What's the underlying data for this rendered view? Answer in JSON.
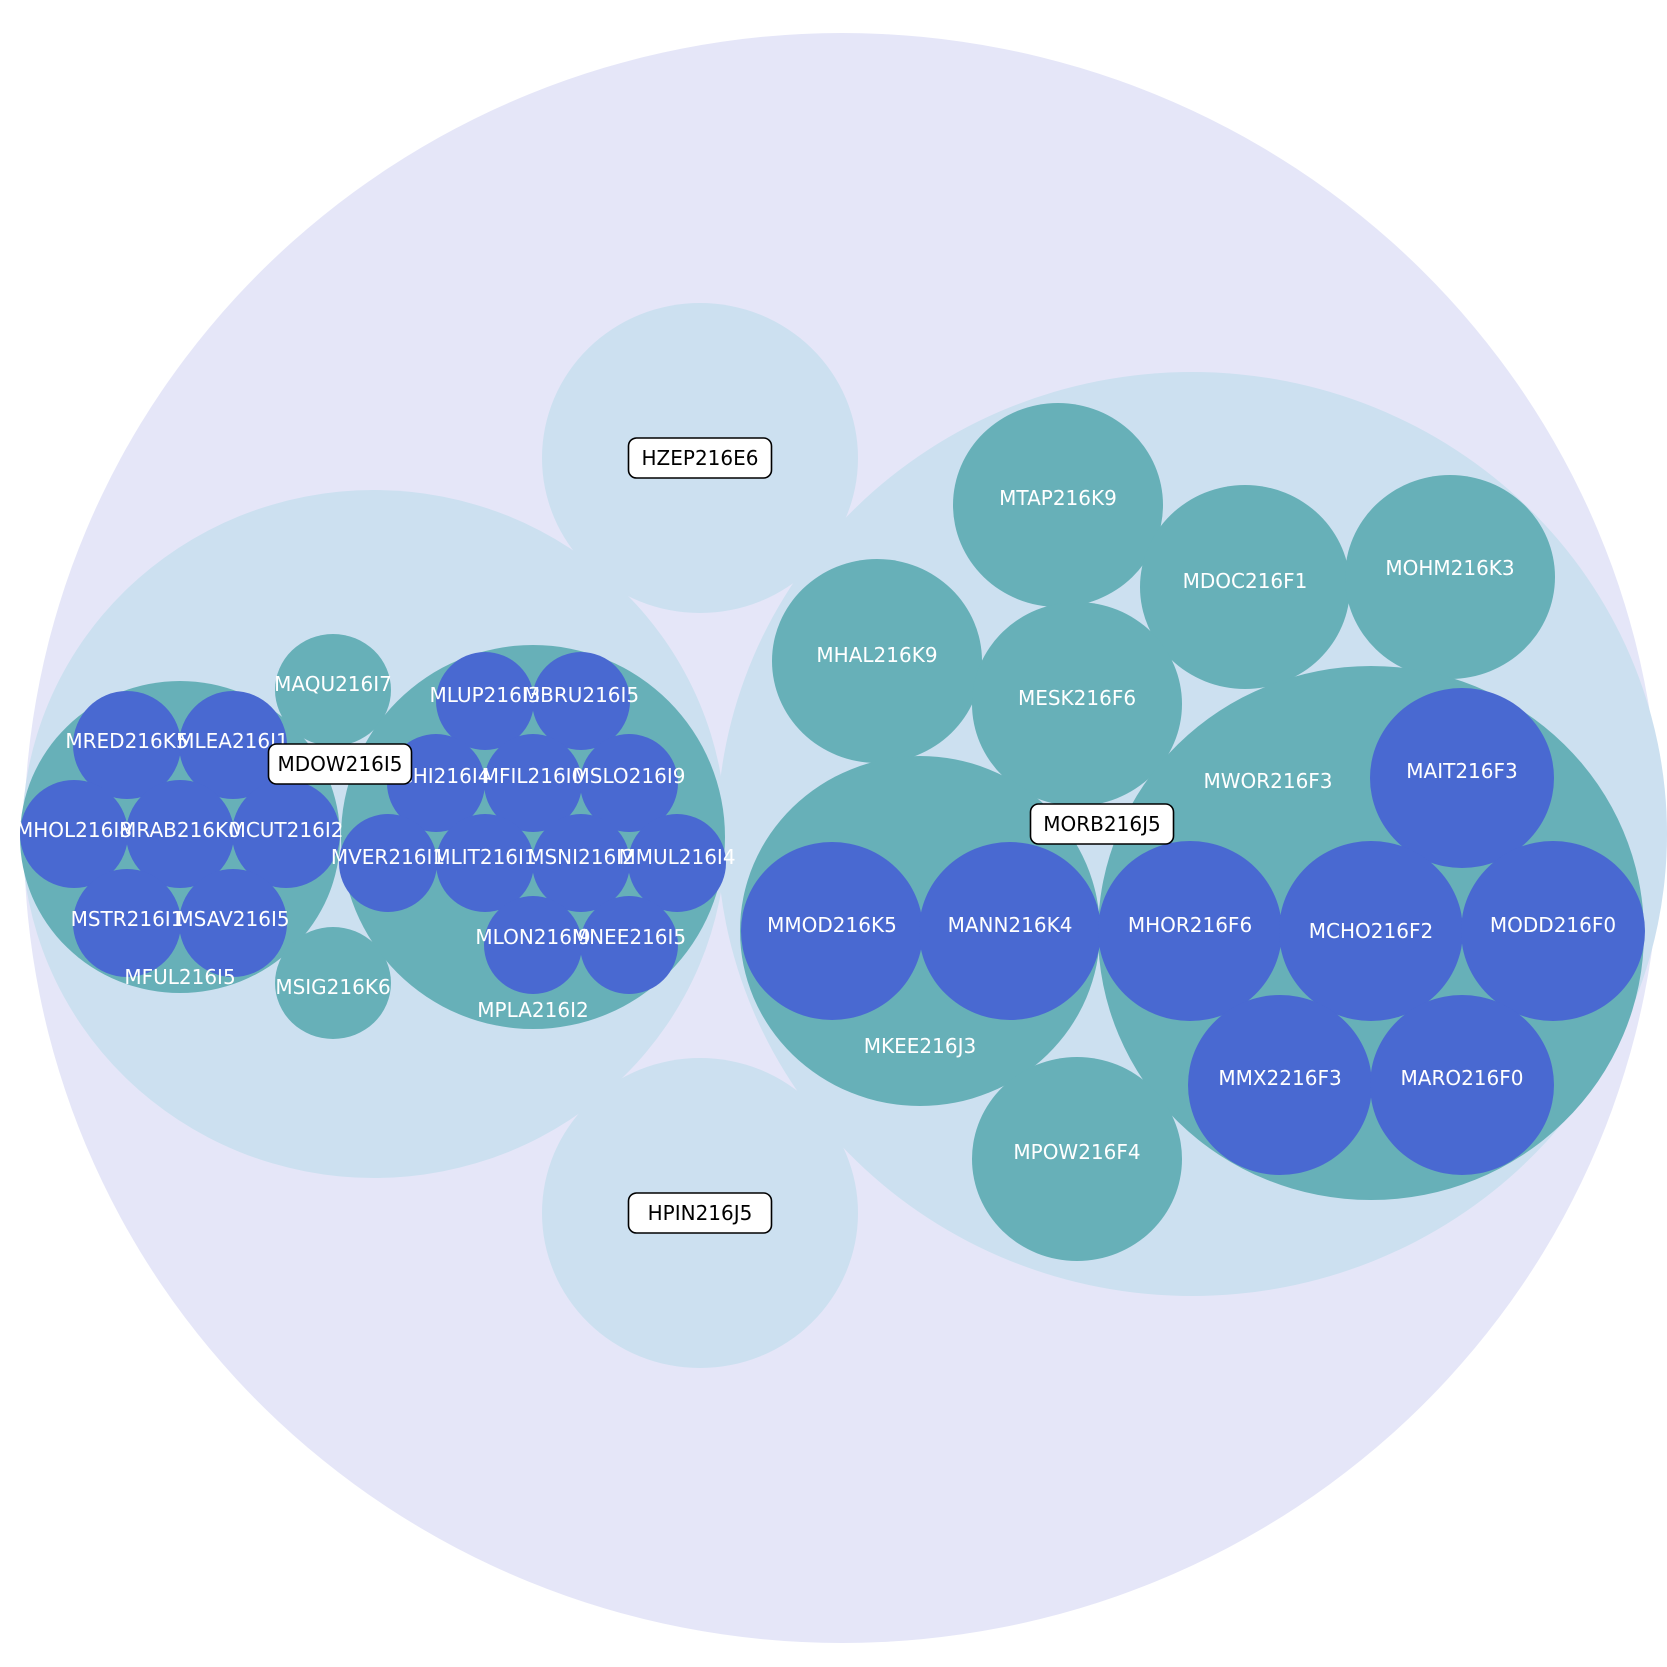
{
  "colors": {
    "background": "#ffffff",
    "root": "#e5e6f8",
    "group": "#cce0f0",
    "cluster": "#67b0b8",
    "leaf": "#4969d1",
    "light_label": "#ffffff",
    "boxed_label": "#000000"
  },
  "nodes": [
    {
      "id": "root",
      "label": "",
      "level": "root"
    },
    {
      "id": "hzep",
      "label": "HZEP216E6",
      "level": "group",
      "boxed": true
    },
    {
      "id": "hpin",
      "label": "HPIN216J5",
      "level": "group",
      "boxed": true
    },
    {
      "id": "mdow",
      "label": "MDOW216I5",
      "level": "group",
      "boxed": true
    },
    {
      "id": "morb",
      "label": "MORB216J5",
      "level": "group",
      "boxed": true
    },
    {
      "id": "mful",
      "label": "MFUL216I5",
      "level": "cluster"
    },
    {
      "id": "maqu",
      "label": "MAQU216I7",
      "level": "cluster"
    },
    {
      "id": "msig",
      "label": "MSIG216K6",
      "level": "cluster"
    },
    {
      "id": "mpla",
      "label": "MPLA216I2",
      "level": "cluster"
    },
    {
      "id": "mred",
      "label": "MRED216K5",
      "level": "leaf"
    },
    {
      "id": "mlea",
      "label": "MLEA216I1",
      "level": "leaf"
    },
    {
      "id": "mhol",
      "label": "MHOL216I8",
      "level": "leaf"
    },
    {
      "id": "mrab",
      "label": "MRAB216K0",
      "level": "leaf"
    },
    {
      "id": "mcut",
      "label": "MCUT216I2",
      "level": "leaf"
    },
    {
      "id": "mstr",
      "label": "MSTR216I1",
      "level": "leaf"
    },
    {
      "id": "msav",
      "label": "MSAV216I5",
      "level": "leaf"
    },
    {
      "id": "mlup",
      "label": "MLUP216I3",
      "level": "leaf"
    },
    {
      "id": "mbru",
      "label": "MBRU216I5",
      "level": "leaf"
    },
    {
      "id": "mchi",
      "label": "MCHI216I4",
      "level": "leaf"
    },
    {
      "id": "mfil",
      "label": "MFIL216I0",
      "level": "leaf"
    },
    {
      "id": "mslo",
      "label": "MSLO216I9",
      "level": "leaf"
    },
    {
      "id": "mver",
      "label": "MVER216I1",
      "level": "leaf"
    },
    {
      "id": "mlit",
      "label": "MLIT216I1",
      "level": "leaf"
    },
    {
      "id": "msni",
      "label": "MSNI216I2",
      "level": "leaf"
    },
    {
      "id": "mmul",
      "label": "MMUL216I4",
      "level": "leaf"
    },
    {
      "id": "mlon",
      "label": "MLON216I9",
      "level": "leaf"
    },
    {
      "id": "mnee",
      "label": "MNEE216I5",
      "level": "leaf"
    },
    {
      "id": "mtap",
      "label": "MTAP216K9",
      "level": "cluster"
    },
    {
      "id": "mdoc",
      "label": "MDOC216F1",
      "level": "cluster"
    },
    {
      "id": "mohm",
      "label": "MOHM216K3",
      "level": "cluster"
    },
    {
      "id": "mhal",
      "label": "MHAL216K9",
      "level": "cluster"
    },
    {
      "id": "mesk",
      "label": "MESK216F6",
      "level": "cluster"
    },
    {
      "id": "mkee",
      "label": "MKEE216J3",
      "level": "cluster"
    },
    {
      "id": "mwor",
      "label": "MWOR216F3",
      "level": "cluster"
    },
    {
      "id": "mpow",
      "label": "MPOW216F4",
      "level": "cluster"
    },
    {
      "id": "mmod",
      "label": "MMOD216K5",
      "level": "leaf"
    },
    {
      "id": "mann",
      "label": "MANN216K4",
      "level": "leaf"
    },
    {
      "id": "mait",
      "label": "MAIT216F3",
      "level": "leaf"
    },
    {
      "id": "mhor",
      "label": "MHOR216F6",
      "level": "leaf"
    },
    {
      "id": "mcho",
      "label": "MCHO216F2",
      "level": "leaf"
    },
    {
      "id": "modd",
      "label": "MODD216F0",
      "level": "leaf"
    },
    {
      "id": "mmx2",
      "label": "MMX2216F3",
      "level": "leaf"
    },
    {
      "id": "maro",
      "label": "MARO216F0",
      "level": "leaf"
    }
  ]
}
